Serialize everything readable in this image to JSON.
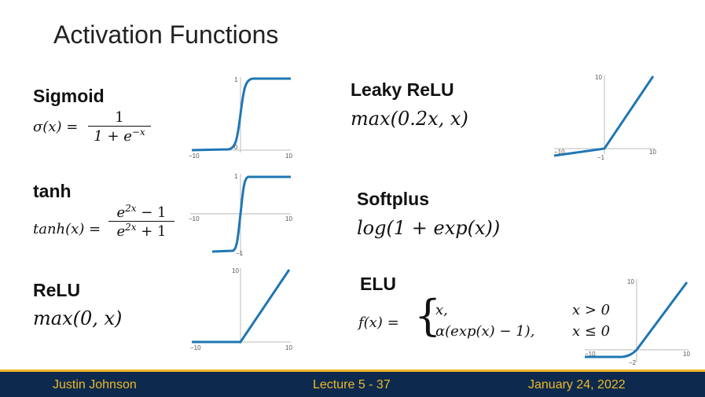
{
  "title": "Activation Functions",
  "functions": {
    "sigmoid": {
      "name": "Sigmoid",
      "lhs": "σ(x) =",
      "num": "1",
      "den": "1 + e",
      "den_sup": "−x"
    },
    "tanh": {
      "name": "tanh",
      "lhs": "tanh(x) =",
      "num": "e",
      "num_sup": "2x",
      "num_tail": " − 1",
      "den": "e",
      "den_sup": "2x",
      "den_tail": " + 1"
    },
    "relu": {
      "name": "ReLU",
      "formula": "max(0, x)"
    },
    "leaky_relu": {
      "name": "Leaky ReLU",
      "formula": "max(0.2x, x)"
    },
    "softplus": {
      "name": "Softplus",
      "formula": "log(1 + exp(x))"
    },
    "elu": {
      "name": "ELU",
      "lhs": "f(x) =",
      "case1": "x,",
      "case2": "α(exp(x) − 1),",
      "cond1": "x > 0",
      "cond2": "x ≤ 0"
    }
  },
  "plots": {
    "sigmoid": {
      "xmin": "−10",
      "xmax": "10",
      "ytop": "1",
      "origin": "0"
    },
    "tanh": {
      "xmin": "−10",
      "xmax": "10",
      "ytop": "1",
      "ybottom": "−1"
    },
    "relu": {
      "xmin": "−10",
      "xmax": "10",
      "ytop": "10"
    },
    "leaky_relu": {
      "xmin": "−10",
      "xmax": "10",
      "ytop": "10",
      "ybottom": "−1"
    },
    "elu": {
      "xmin": "−10",
      "xmax": "10",
      "ytop": "10",
      "ybottom": "−2"
    }
  },
  "footer": {
    "author": "Justin Johnson",
    "lecture": "Lecture 5 - 37",
    "date": "January 24, 2022"
  },
  "colors": {
    "curve": "#1f77b4",
    "footer_bg": "#0d2a4e",
    "footer_text": "#f0b828"
  }
}
